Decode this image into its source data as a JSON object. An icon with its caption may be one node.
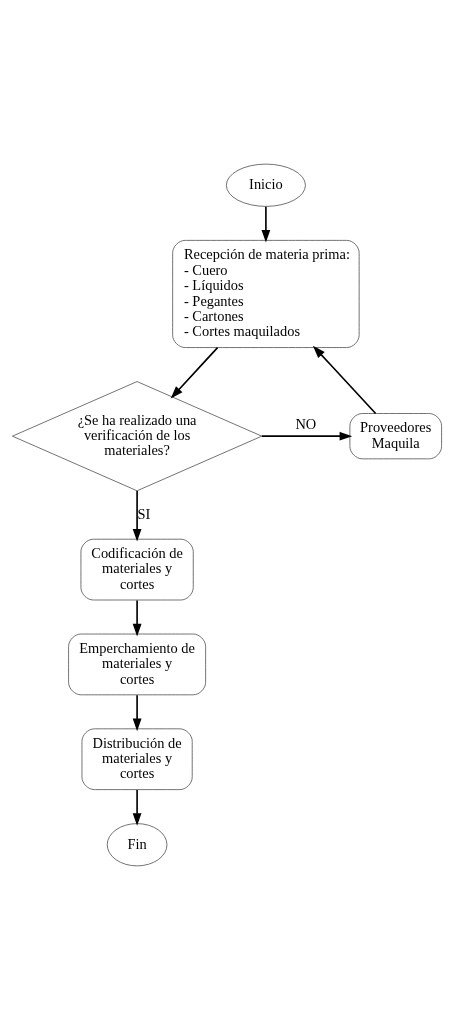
{
  "diagram": {
    "nodes": [
      {
        "text": [
          "Inicio"
        ]
      },
      {
        "text": [
          "Recepción de materia prima:",
          "- Cuero",
          "- Líquidos",
          "- Pegantes",
          "- Cartones",
          "- Cortes maquilados"
        ]
      },
      {
        "text": [
          "¿Se ha realizado una verificación de los materiales?"
        ]
      },
      {
        "text": [
          "Proveedores Maquila"
        ]
      },
      {
        "text": [
          "Codificación de materiales y cortes"
        ]
      },
      {
        "text": [
          "Emperchamiento de materiales y cortes"
        ]
      },
      {
        "text": [
          "Distribución de materiales y cortes"
        ]
      },
      {
        "text": [
          "Fin"
        ]
      }
    ],
    "edges": [
      {
        "from": 0,
        "to": 1,
        "arrow": "to"
      },
      {
        "from": 1,
        "to": 2,
        "arrow": "to"
      },
      {
        "from": 2,
        "to": 3,
        "arrow": "to",
        "label": "NO"
      },
      {
        "from": 3,
        "to": 1,
        "arrow": "to"
      },
      {
        "from": 2,
        "to": 4,
        "arrow": "to",
        "label": "SI"
      },
      {
        "from": 4,
        "to": 5,
        "arrow": "to"
      },
      {
        "from": 5,
        "to": 6,
        "arrow": "to"
      },
      {
        "from": 6,
        "to": 7,
        "arrow": "to"
      }
    ]
  }
}
